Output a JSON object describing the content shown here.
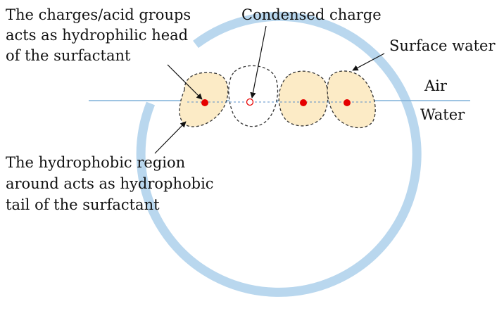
{
  "labels": {
    "head_annotation": [
      "The charges/acid groups",
      "acts as hydrophilic head",
      "of the surfactant"
    ],
    "condensed_charge": "Condensed charge",
    "surface_water": "Surface water",
    "air": "Air",
    "water": "Water",
    "tail_annotation": [
      "The hydrophobic region",
      "around acts as hydrophobic",
      "tail of the surfactant"
    ]
  },
  "colors": {
    "ring": "#b9d7ee",
    "interface_line": "#7fb0d8",
    "blob_fill": "#fcebc6",
    "blob_outline": "#333333",
    "charge": "#e60000",
    "annotation_arrow": "#111111"
  },
  "blobs": [
    {
      "id": "blob-1",
      "charge": "filled"
    },
    {
      "id": "blob-2",
      "charge": "open"
    },
    {
      "id": "blob-3",
      "charge": "filled"
    },
    {
      "id": "blob-4",
      "charge": "filled"
    }
  ]
}
